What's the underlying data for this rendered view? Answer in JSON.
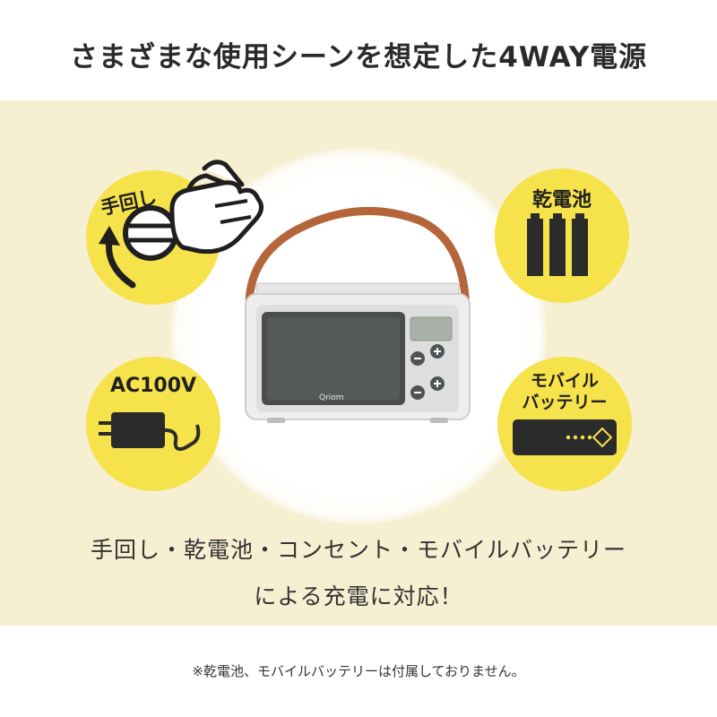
{
  "headline": "さまざまな使用シーンを想定した4WAY電源",
  "badges": {
    "hand_crank": {
      "label": "手回し",
      "icon": "hand-crank-icon"
    },
    "dry_battery": {
      "label": "乾電池",
      "icon": "battery-icon"
    },
    "ac": {
      "label": "AC100V",
      "icon": "ac-adapter-icon"
    },
    "mobile_battery": {
      "label_line1": "モバイル",
      "label_line2": "バッテリー",
      "icon": "power-bank-icon"
    }
  },
  "radio": {
    "brand": "Qriom"
  },
  "caption": {
    "line1": "手回し・乾電池・コンセント・モバイルバッテリー",
    "line2": "による充電に対応！"
  },
  "footnote": "※乾電池、モバイルバッテリーは付属しておりません。",
  "colors": {
    "panel": "#f6efd2",
    "badge": "#f6e24a",
    "strap": "#b5653a"
  }
}
